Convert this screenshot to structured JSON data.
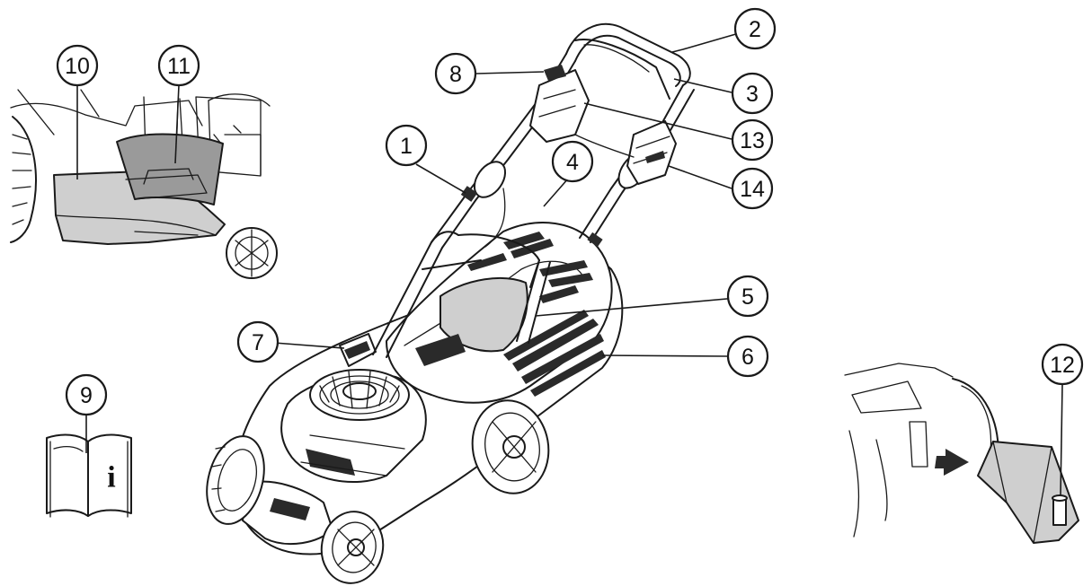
{
  "callouts": [
    {
      "id": "1",
      "label": "1"
    },
    {
      "id": "2",
      "label": "2"
    },
    {
      "id": "3",
      "label": "3"
    },
    {
      "id": "4",
      "label": "4"
    },
    {
      "id": "5",
      "label": "5"
    },
    {
      "id": "6",
      "label": "6"
    },
    {
      "id": "7",
      "label": "7"
    },
    {
      "id": "8",
      "label": "8"
    },
    {
      "id": "9",
      "label": "9"
    },
    {
      "id": "10",
      "label": "10"
    },
    {
      "id": "11",
      "label": "11"
    },
    {
      "id": "12",
      "label": "12"
    },
    {
      "id": "13",
      "label": "13"
    },
    {
      "id": "14",
      "label": "14"
    }
  ],
  "manual_icon": {
    "glyph": "i"
  },
  "colors": {
    "line": "#1a1a1a",
    "gray_part": "#cfcfcf",
    "dark_part": "#2a2a2a"
  }
}
